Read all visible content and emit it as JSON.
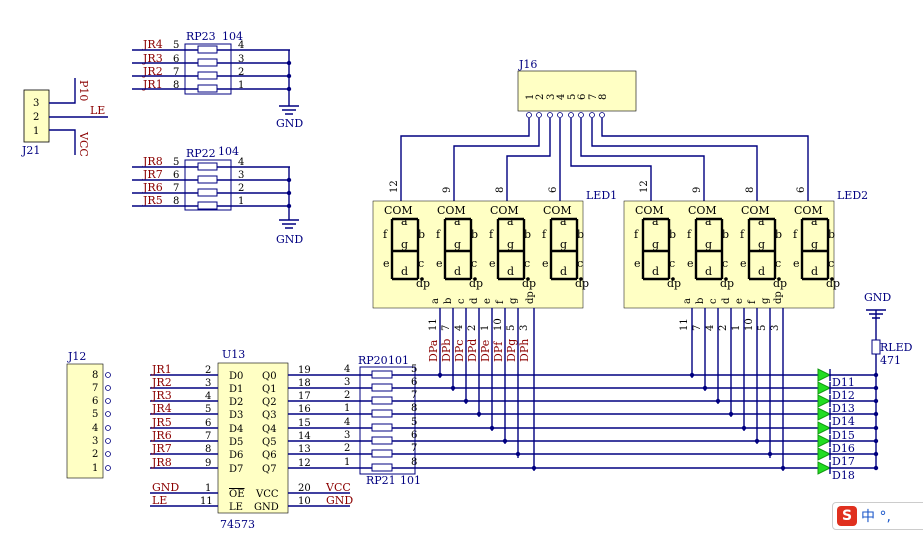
{
  "jr_top": {
    "ref": "RP23",
    "val": "104",
    "rows": [
      {
        "l": "JR4",
        "p": "5",
        "r": "4"
      },
      {
        "l": "JR3",
        "p": "6",
        "r": "3"
      },
      {
        "l": "JR2",
        "p": "7",
        "r": "2"
      },
      {
        "l": "JR1",
        "p": "8",
        "r": "1"
      }
    ],
    "gnd": "GND"
  },
  "jr_bot": {
    "ref": "RP22",
    "val": "104",
    "rows": [
      {
        "l": "JR8",
        "p": "5",
        "r": "4"
      },
      {
        "l": "JR7",
        "p": "6",
        "r": "3"
      },
      {
        "l": "JR6",
        "p": "7",
        "r": "2"
      },
      {
        "l": "JR5",
        "p": "8",
        "r": "1"
      }
    ],
    "gnd": "GND"
  },
  "j21": {
    "ref": "J21",
    "pins": [
      "3",
      "2",
      "1"
    ],
    "nets": [
      "P10",
      "LE",
      "VCC"
    ]
  },
  "j16": {
    "ref": "J16",
    "pins": [
      "1",
      "2",
      "3",
      "4",
      "5",
      "6",
      "7",
      "8"
    ]
  },
  "led1": {
    "ref": "LED1",
    "com": [
      "12",
      "9",
      "8",
      "6"
    ]
  },
  "led2": {
    "ref": "LED2",
    "com": [
      "12",
      "9",
      "8",
      "6"
    ]
  },
  "seg_labels": {
    "com": "COM",
    "a": "a",
    "b": "b",
    "c": "c",
    "d": "d",
    "e": "e",
    "f": "f",
    "g": "g",
    "dp": "dp"
  },
  "seg_pins": {
    "names": [
      "a",
      "b",
      "c",
      "d",
      "e",
      "f",
      "g",
      "dp"
    ],
    "nums": [
      "11",
      "7",
      "4",
      "2",
      "1",
      "10",
      "5",
      "3"
    ],
    "nets": [
      "DPa",
      "DPb",
      "DPc",
      "DPd",
      "DPe",
      "DPf",
      "DPg",
      "DPh"
    ]
  },
  "j12": {
    "ref": "J12",
    "pins": [
      "8",
      "7",
      "6",
      "5",
      "4",
      "3",
      "2",
      "1"
    ]
  },
  "u13": {
    "ref": "U13",
    "part": "74573",
    "inputs": [
      {
        "net": "JR1",
        "pin": "2",
        "name": "D0"
      },
      {
        "net": "JR2",
        "pin": "3",
        "name": "D1"
      },
      {
        "net": "JR3",
        "pin": "4",
        "name": "D2"
      },
      {
        "net": "JR4",
        "pin": "5",
        "name": "D3"
      },
      {
        "net": "JR5",
        "pin": "6",
        "name": "D4"
      },
      {
        "net": "JR6",
        "pin": "7",
        "name": "D5"
      },
      {
        "net": "JR7",
        "pin": "8",
        "name": "D6"
      },
      {
        "net": "JR8",
        "pin": "9",
        "name": "D7"
      }
    ],
    "outputs": [
      {
        "name": "Q0",
        "pin": "19"
      },
      {
        "name": "Q1",
        "pin": "18"
      },
      {
        "name": "Q2",
        "pin": "17"
      },
      {
        "name": "Q3",
        "pin": "16"
      },
      {
        "name": "Q4",
        "pin": "15"
      },
      {
        "name": "Q5",
        "pin": "14"
      },
      {
        "name": "Q6",
        "pin": "13"
      },
      {
        "name": "Q7",
        "pin": "12"
      }
    ],
    "ctrl_left": [
      {
        "net": "GND",
        "pin": "1",
        "name": "OE"
      },
      {
        "net": "LE",
        "pin": "11",
        "name": "LE"
      }
    ],
    "ctrl_right": [
      {
        "name": "VCC",
        "pin": "20",
        "net": "VCC"
      },
      {
        "name": "GND",
        "pin": "10",
        "net": "GND"
      }
    ]
  },
  "rp20": {
    "ref": "RP20",
    "val": "101",
    "left": [
      "4",
      "3",
      "2",
      "1",
      "4",
      "3",
      "2",
      "1"
    ],
    "right": [
      "5",
      "6",
      "7",
      "8",
      "5",
      "6",
      "7",
      "8"
    ]
  },
  "rp21": {
    "ref": "RP21",
    "val": "101"
  },
  "leds": [
    "D11",
    "D12",
    "D13",
    "D14",
    "D15",
    "D16",
    "D17",
    "D18"
  ],
  "rled": {
    "ref": "RLED",
    "val": "471",
    "gnd": "GND"
  },
  "ime": {
    "text": "中 °,"
  }
}
